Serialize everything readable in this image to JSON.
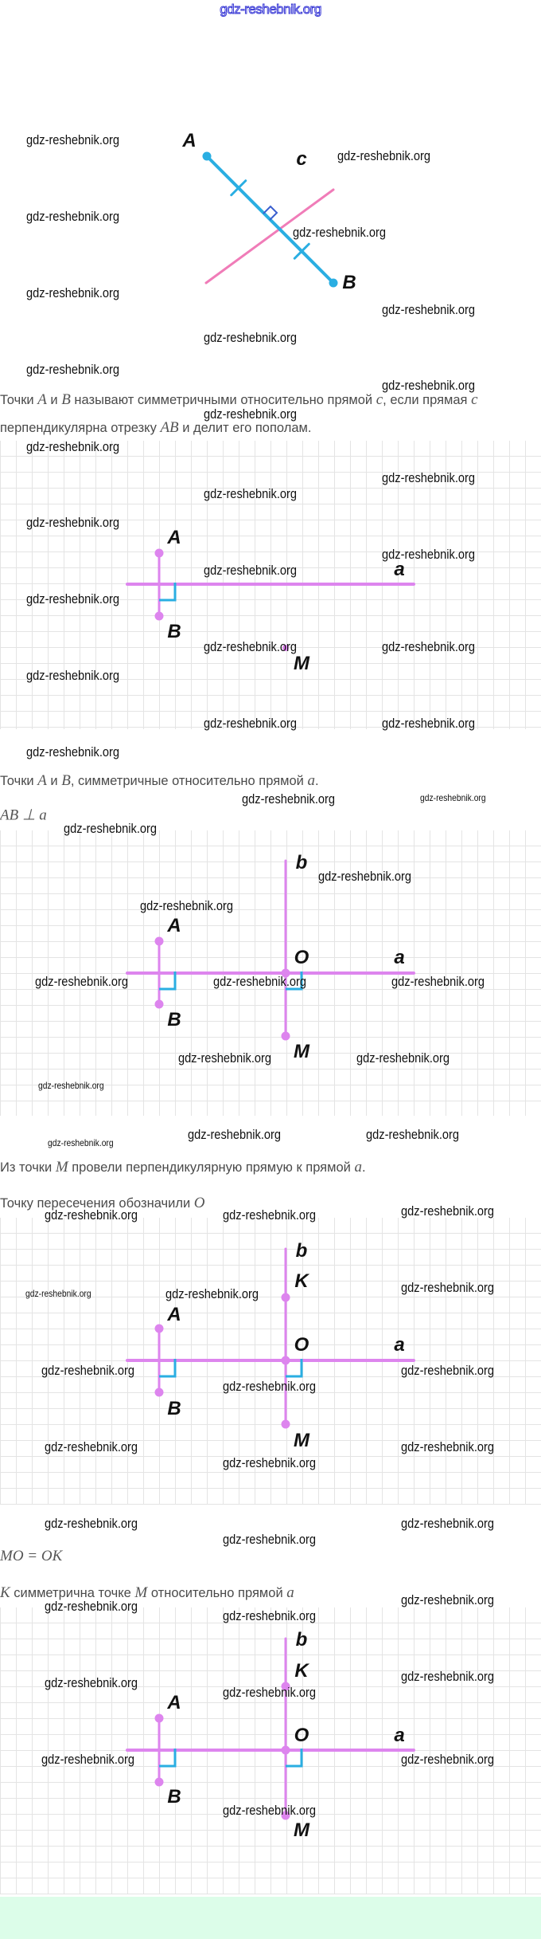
{
  "header_watermark": "gdz-reshebnik.org",
  "watermark": "gdz-reshebnik.org",
  "colors": {
    "pink_line": "#f07cb8",
    "blue_segment": "#2aaee2",
    "violet_line": "#dd85ee",
    "right_angle": "#2aaee2",
    "footer": "#dcfde9"
  },
  "figures": [
    {
      "labels": {
        "A": "A",
        "B": "B",
        "c": "c"
      }
    },
    {
      "labels": {
        "A": "A",
        "B": "B",
        "a": "a",
        "M": "M"
      }
    },
    {
      "labels": {
        "A": "A",
        "B": "B",
        "a": "a",
        "b": "b",
        "O": "O",
        "M": "M"
      }
    },
    {
      "labels": {
        "A": "A",
        "B": "B",
        "a": "a",
        "b": "b",
        "O": "O",
        "M": "M",
        "K": "K"
      }
    },
    {
      "labels": {
        "A": "A",
        "B": "B",
        "a": "a",
        "b": "b",
        "O": "O",
        "M": "M",
        "K": "K"
      }
    }
  ],
  "paragraphs": [
    {
      "segments": [
        {
          "t": "Точки "
        },
        {
          "t": "A",
          "m": 1
        },
        {
          "t": " и "
        },
        {
          "t": "B",
          "m": 1
        },
        {
          "t": " называют симметричными относительно прямой "
        },
        {
          "t": "c",
          "m": 1
        },
        {
          "t": ", если прямая "
        },
        {
          "t": "c",
          "m": 1
        }
      ]
    },
    {
      "segments": [
        {
          "t": "перпендикулярна отрезку "
        },
        {
          "t": "AB",
          "m": 1
        },
        {
          "t": " и делит его пополам."
        }
      ]
    },
    {
      "segments": [
        {
          "t": "Точки "
        },
        {
          "t": "A",
          "m": 1
        },
        {
          "t": " и "
        },
        {
          "t": "B",
          "m": 1
        },
        {
          "t": ", симметричные относительно прямой "
        },
        {
          "t": "a",
          "m": 1
        },
        {
          "t": "."
        }
      ]
    },
    {
      "segments": [
        {
          "t": "AB ⊥ a",
          "m": 1
        }
      ]
    },
    {
      "segments": [
        {
          "t": "Из точки "
        },
        {
          "t": "M",
          "m": 1
        },
        {
          "t": " провели перпендикулярную прямую к прямой "
        },
        {
          "t": "a",
          "m": 1
        },
        {
          "t": "."
        }
      ]
    },
    {
      "segments": [
        {
          "t": "Точку пересечения обозначили "
        },
        {
          "t": "O",
          "m": 1
        }
      ]
    },
    {
      "segments": [
        {
          "t": "MO = OK",
          "m": 1
        }
      ]
    },
    {
      "segments": [
        {
          "t": "K",
          "m": 1
        },
        {
          "t": " симметрична точке "
        },
        {
          "t": "M",
          "m": 1
        },
        {
          "t": " относительно прямой "
        },
        {
          "t": "a",
          "m": 1
        }
      ]
    }
  ]
}
